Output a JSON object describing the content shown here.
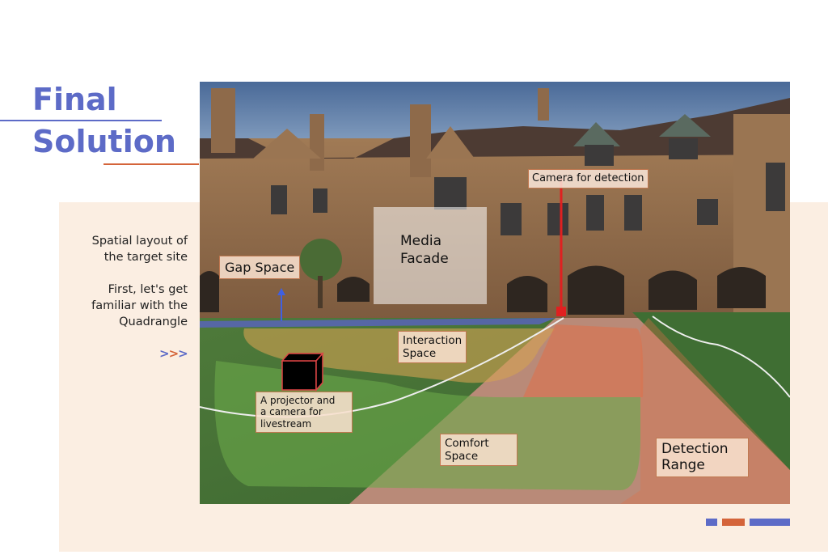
{
  "slide": {
    "title_line1": "Final",
    "title_line2": "Solution",
    "side_text_1_line1": "Spatial layout of",
    "side_text_1_line2": "the target site",
    "side_text_2_line1": "First, let's get",
    "side_text_2_line2": "familiar with the",
    "side_text_2_line3": "Quadrangle",
    "arrows": ">>>"
  },
  "labels": {
    "camera_detection": "Camera for detection",
    "media_facade_1": "Media",
    "media_facade_2": "Facade",
    "gap_space": "Gap Space",
    "interaction_1": "Interaction",
    "interaction_2": "Space",
    "projector_1": "A projector and",
    "projector_2": "a camera for",
    "projector_3": "livestream",
    "comfort_1": "Comfort",
    "comfort_2": "Space",
    "detection_1": "Detection",
    "detection_2": "Range"
  },
  "colors": {
    "accent_blue": "#5d6bc7",
    "accent_orange": "#d4643a",
    "panel_bg": "#fbeee2"
  }
}
